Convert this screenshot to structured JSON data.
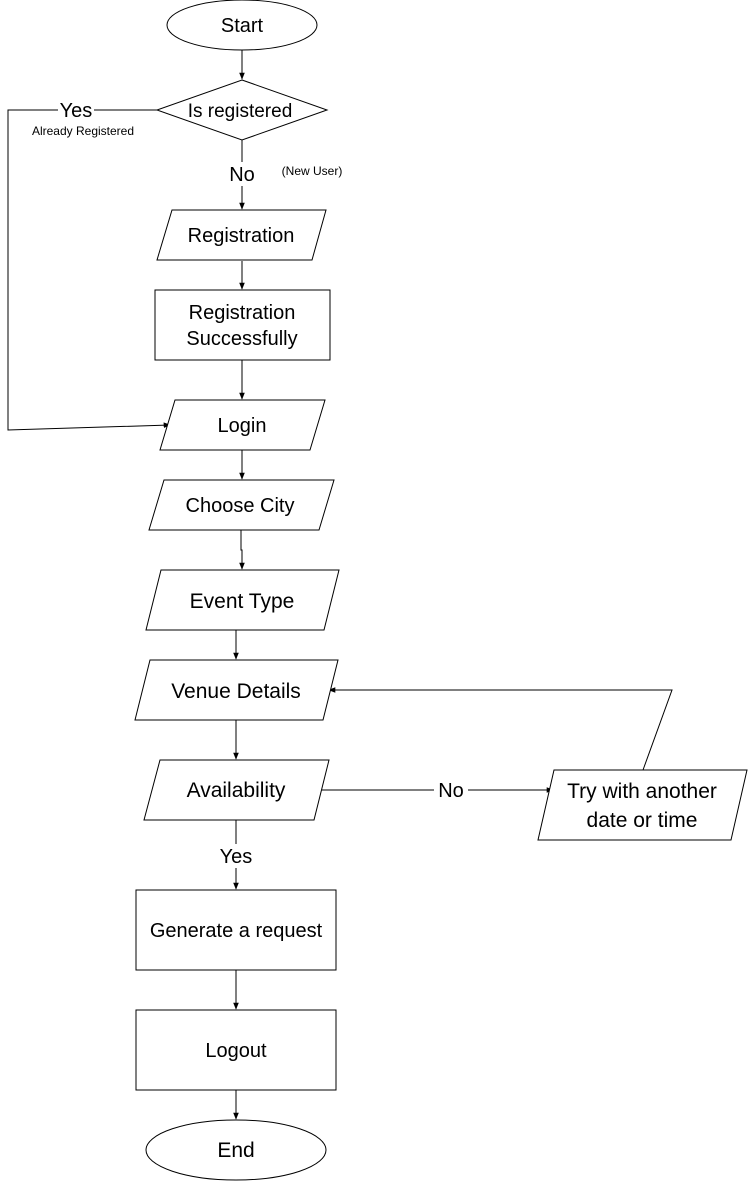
{
  "nodes": {
    "start": "Start",
    "is_registered": "Is registered",
    "registration": "Registration",
    "registration_success_1": "Registration",
    "registration_success_2": "Successfully",
    "login": "Login",
    "choose_city": "Choose City",
    "event_type": "Event Type",
    "venue_details": "Venue Details",
    "availability": "Availability",
    "try_another_1": "Try with another",
    "try_another_2": "date or time",
    "generate_request": "Generate a request",
    "logout": "Logout",
    "end": "End"
  },
  "edge_labels": {
    "yes_registered": "Yes",
    "already_registered": "Already Registered",
    "no_registered": "No",
    "new_user": "(New User)",
    "no_available": "No",
    "yes_available": "Yes"
  }
}
